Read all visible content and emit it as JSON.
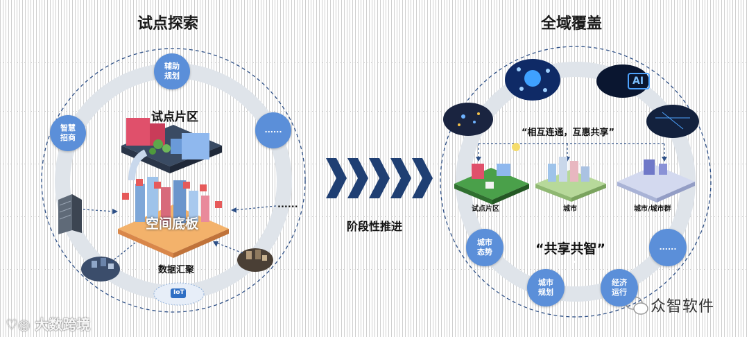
{
  "left": {
    "title": "试点探索",
    "top_bubble": "辅助\n规划",
    "left_bubble": "智慧\n招商",
    "right_bubble": "......",
    "pilot_label": "试点片区",
    "base_label": "空间底板",
    "data_label": "数据汇聚",
    "dots_label": "......",
    "iot_label": "IoT"
  },
  "middle": {
    "label": "阶段性推进"
  },
  "right": {
    "title": "全域覆盖",
    "quote1": "“相互连通，互惠共享”",
    "quote2": "“共享共智”",
    "stage1": "试点片区",
    "stage2": "城市",
    "stage3": "城市/城市群",
    "bubble_city_status": "城市\n态势",
    "bubble_city_plan": "城市\n规划",
    "bubble_economy": "经济\n运行",
    "bubble_more": "......",
    "ai_label": "AI"
  },
  "watermarks": {
    "left": "大数跨境",
    "right": "众智软件"
  },
  "colors": {
    "accent": "#5b8fd9",
    "arrow": "#1f3f73",
    "ring": "#dde3ea"
  }
}
